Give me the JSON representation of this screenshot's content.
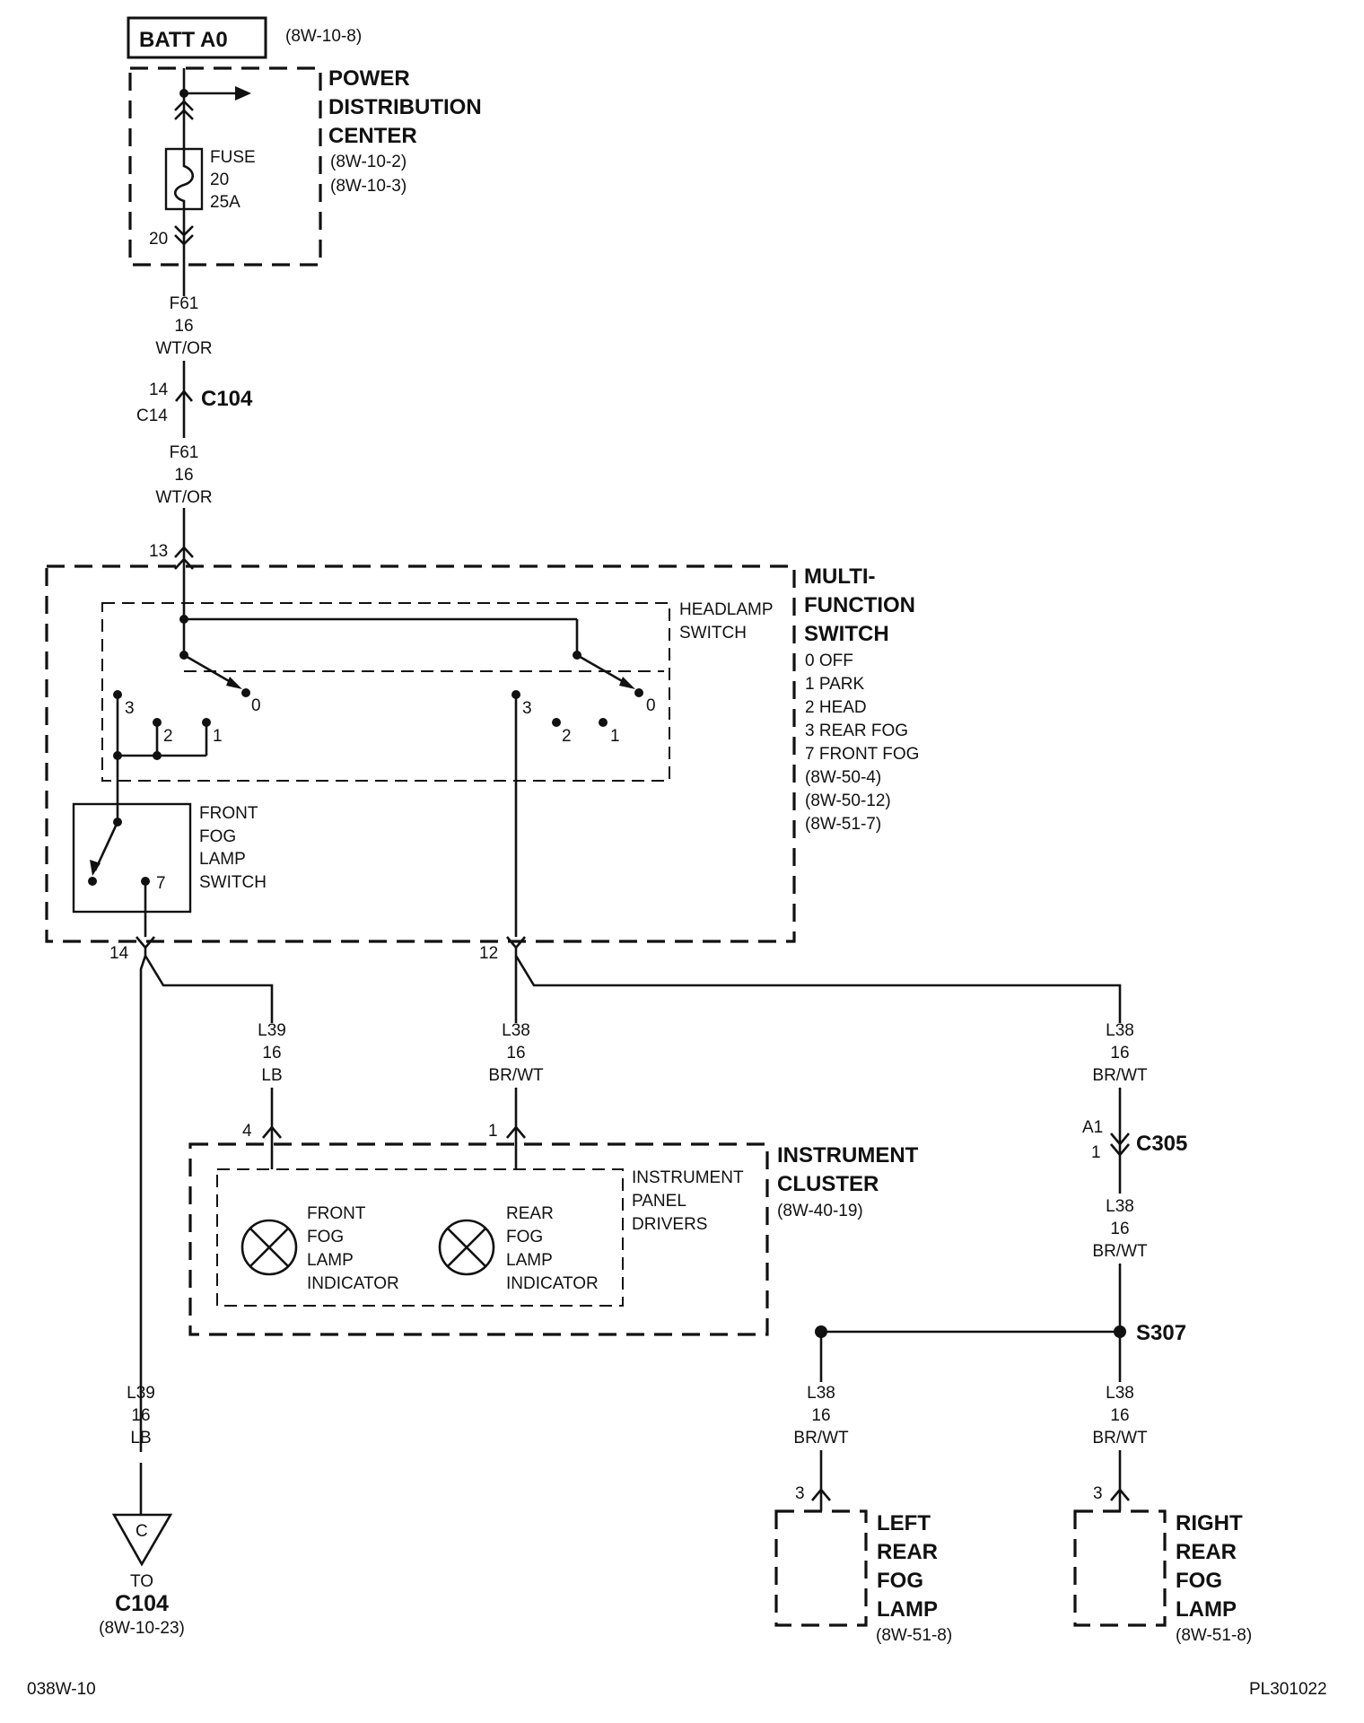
{
  "batt": {
    "label": "BATT A0",
    "ref": "(8W-10-8)"
  },
  "pdc": {
    "name": [
      "POWER",
      "DISTRIBUTION",
      "CENTER"
    ],
    "refs": [
      "(8W-10-2)",
      "(8W-10-3)"
    ],
    "fuse": [
      "FUSE",
      "20",
      "25A"
    ],
    "pin": "20"
  },
  "wire_f61": {
    "circuit": "F61",
    "gauge": "16",
    "color": "WT/OR"
  },
  "c104": {
    "name": "C104",
    "pin_a": "14",
    "pin_b": "C14"
  },
  "mfs": {
    "name": [
      "MULTI-",
      "FUNCTION",
      "SWITCH"
    ],
    "positions": [
      "0 OFF",
      "1 PARK",
      "2 HEAD",
      "3 REAR FOG",
      "7 FRONT FOG"
    ],
    "refs": [
      "(8W-50-4)",
      "(8W-50-12)",
      "(8W-51-7)"
    ],
    "pin_in": "13",
    "pin_out_front": "14",
    "pin_out_rear": "12"
  },
  "headlamp_switch": {
    "label": [
      "HEADLAMP",
      "SWITCH"
    ],
    "contacts": {
      "c0a": "0",
      "c0b": "0",
      "c3a": "3",
      "c3b": "3",
      "c2a": "2",
      "c2b": "2",
      "c1a": "1",
      "c1b": "1"
    }
  },
  "fog_switch": {
    "label": [
      "FRONT",
      "FOG",
      "LAMP",
      "SWITCH"
    ],
    "contact": "7"
  },
  "wire_l39": {
    "circuit": "L39",
    "gauge": "16",
    "color": "LB"
  },
  "wire_l38": {
    "circuit": "L38",
    "gauge": "16",
    "color": "BR/WT"
  },
  "cluster": {
    "name": [
      "INSTRUMENT",
      "CLUSTER"
    ],
    "ref": "(8W-40-19)",
    "drivers": [
      "INSTRUMENT",
      "PANEL",
      "DRIVERS"
    ],
    "pin_front": "4",
    "pin_rear": "1",
    "front_ind": [
      "FRONT",
      "FOG",
      "LAMP",
      "INDICATOR"
    ],
    "rear_ind": [
      "REAR",
      "FOG",
      "LAMP",
      "INDICATOR"
    ]
  },
  "c305": {
    "name": "C305",
    "pin_a": "A1",
    "pin_b": "1"
  },
  "s307": {
    "name": "S307"
  },
  "ground_ref": {
    "letter": "C",
    "to": "TO",
    "name": "C104",
    "ref": "(8W-10-23)"
  },
  "left_lamp": {
    "name": [
      "LEFT",
      "REAR",
      "FOG",
      "LAMP"
    ],
    "ref": "(8W-51-8)",
    "pin": "3"
  },
  "right_lamp": {
    "name": [
      "RIGHT",
      "REAR",
      "FOG",
      "LAMP"
    ],
    "ref": "(8W-51-8)",
    "pin": "3"
  },
  "footer": {
    "left": "038W-10",
    "right": "PL301022"
  }
}
